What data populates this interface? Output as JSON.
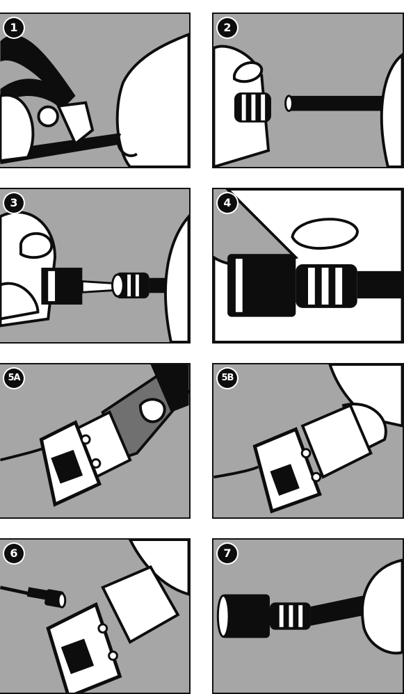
{
  "steps": [
    {
      "label": "1",
      "icon": "pliers-cutting-cable-icon"
    },
    {
      "label": "2",
      "icon": "sleeve-and-cable-icon"
    },
    {
      "label": "3",
      "icon": "connector-screwed-on-icon"
    },
    {
      "label": "4",
      "icon": "connector-close-up-icon"
    },
    {
      "label": "5A",
      "icon": "crimp-tool-icon"
    },
    {
      "label": "5B",
      "icon": "crimp-tool-closing-icon"
    },
    {
      "label": "6",
      "icon": "crimped-cable-icon"
    },
    {
      "label": "7",
      "icon": "finished-connector-icon"
    }
  ],
  "colors": {
    "panel": "#a6a6a6",
    "ink": "#0d0d0d",
    "hand": "#ffffff",
    "tool": "#707070"
  }
}
